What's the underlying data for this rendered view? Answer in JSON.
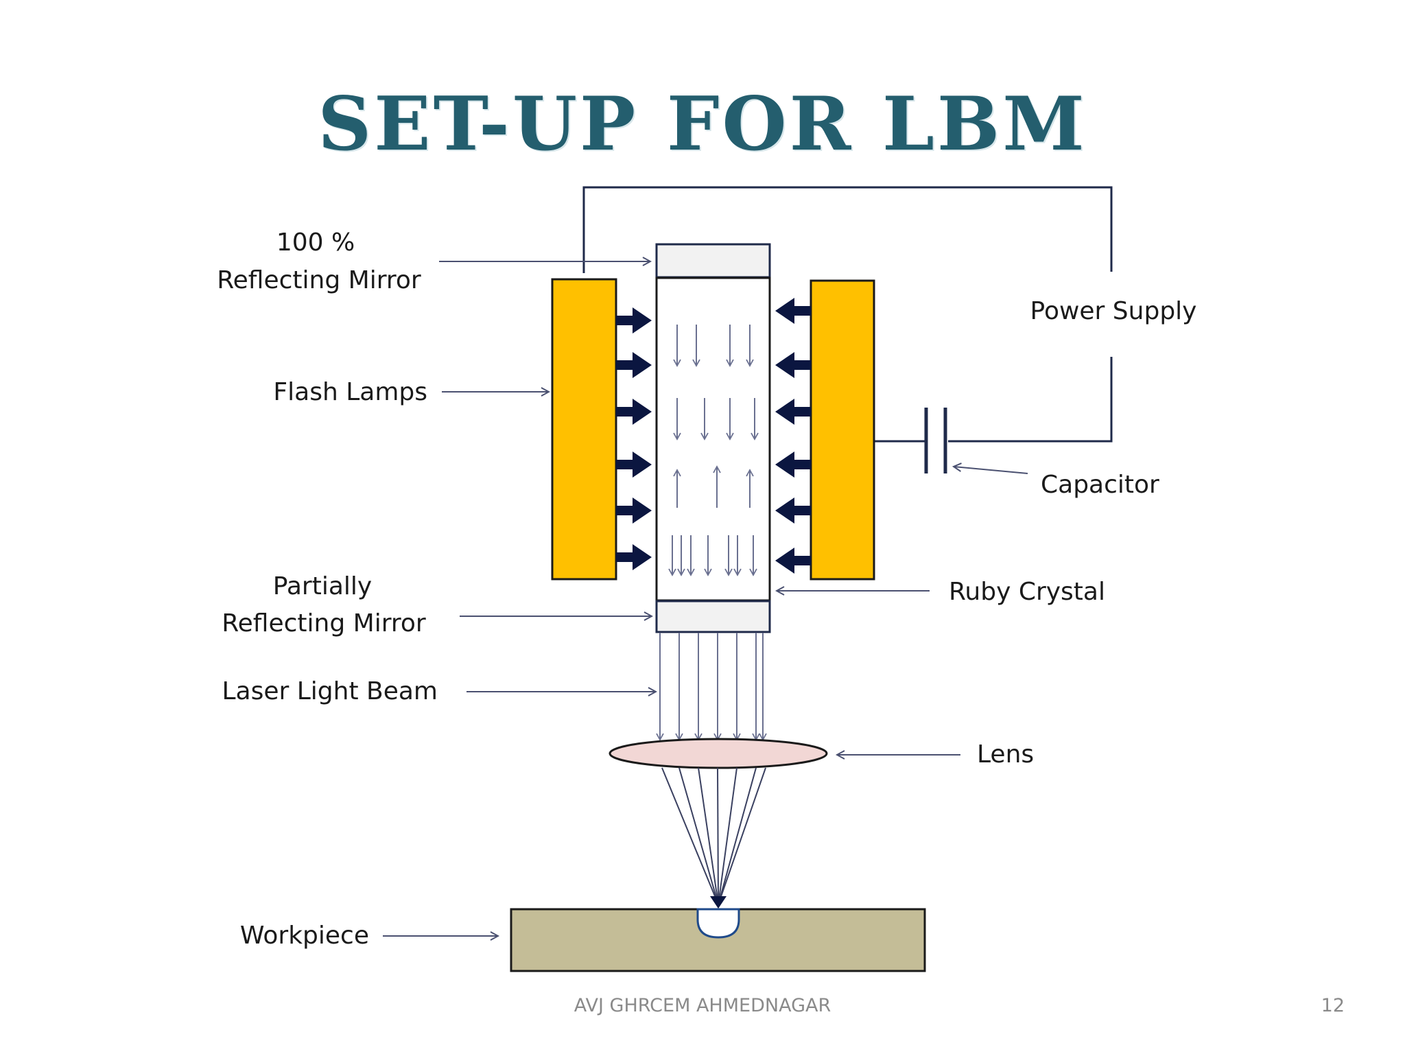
{
  "slide": {
    "title": "SET-UP FOR LBM",
    "footer": "AVJ GHRCEM AHMEDNAGAR",
    "page_number": "12"
  },
  "diagram": {
    "labels": {
      "reflecting_mirror_line1": "100 %",
      "reflecting_mirror_line2": "Reflecting Mirror",
      "flash_lamps": "Flash Lamps",
      "power_supply": "Power Supply",
      "capacitor": "Capacitor",
      "partially_line1": "Partially",
      "partially_line2": "Reflecting  Mirror",
      "ruby_crystal": "Ruby Crystal",
      "laser_light_beam": "Laser Light Beam",
      "lens": "Lens",
      "workpiece": "Workpiece"
    },
    "colors": {
      "title": "#245e6e",
      "flash_lamp": "#ffc000",
      "lens": "#f2d7d5",
      "workpiece": "#c4bd97",
      "arrow_dark": "#0b1640",
      "wire": "#1f2a4a"
    }
  }
}
